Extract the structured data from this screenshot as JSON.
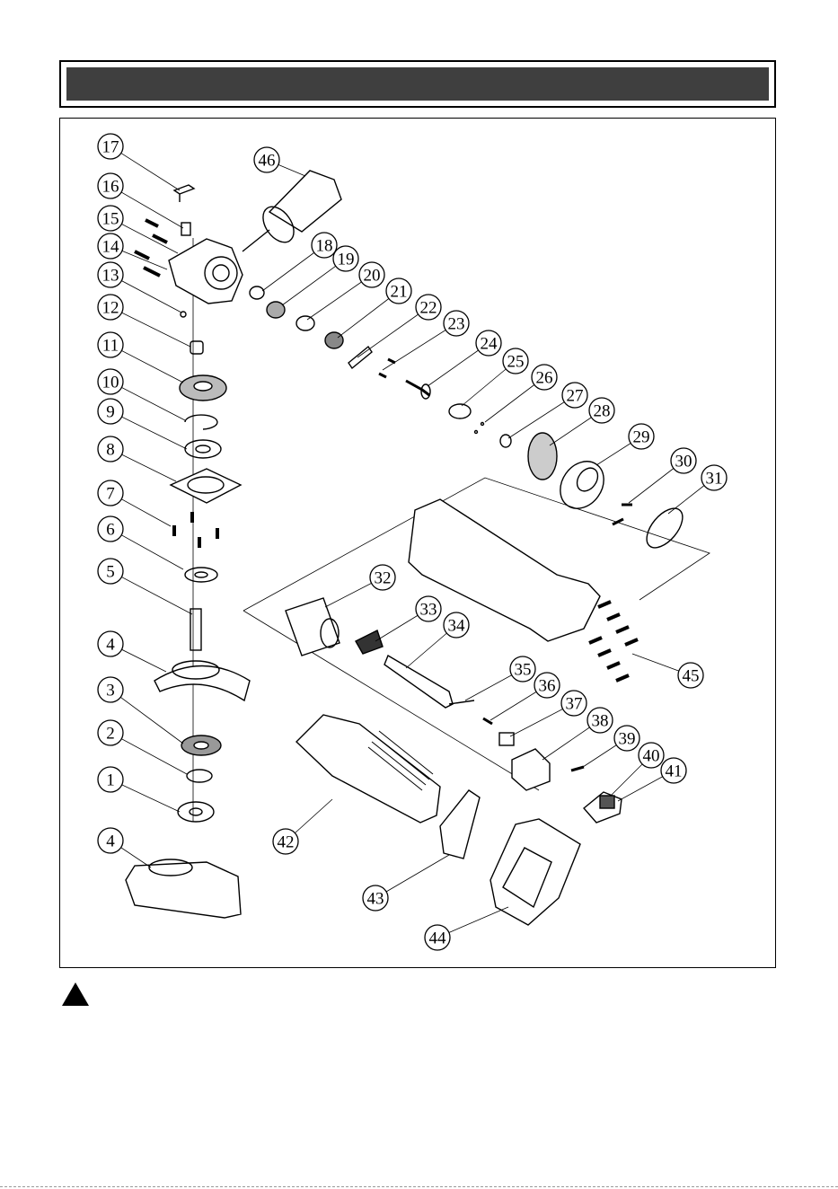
{
  "parts": [
    "1",
    "2",
    "3",
    "4",
    "5",
    "6",
    "7",
    "8",
    "9",
    "10",
    "11",
    "12",
    "13",
    "14",
    "15",
    "16",
    "17",
    "18",
    "19",
    "20",
    "21",
    "22",
    "23",
    "24",
    "25",
    "26",
    "27",
    "28",
    "29",
    "30",
    "31",
    "32",
    "33",
    "34",
    "35",
    "36",
    "37",
    "38",
    "39",
    "40",
    "41",
    "42",
    "43",
    "44",
    "45",
    "46",
    "4"
  ],
  "icons": {
    "warning": "warning-triangle-icon"
  },
  "colors": {
    "header_bar": "#3f3f3f",
    "ink": "#000000",
    "background": "#ffffff"
  }
}
